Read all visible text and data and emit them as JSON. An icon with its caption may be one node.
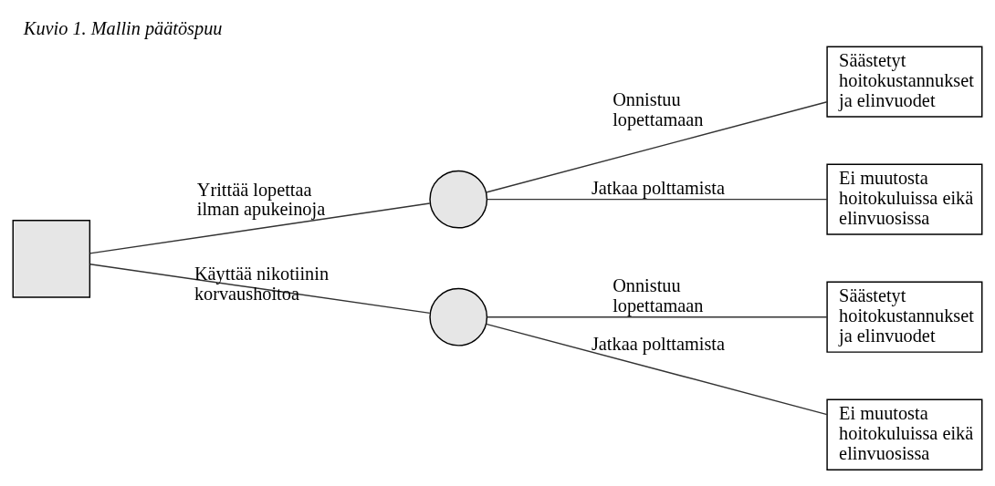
{
  "diagram": {
    "title": "Kuvio 1. Mallin päätöspuu",
    "nodes": [
      {
        "text": [],
        "shape": "box"
      },
      {
        "text": [],
        "shape": "circle"
      },
      {
        "text": [
          "Säästetyt hoitokustannukset ja elinvuodet"
        ]
      },
      {
        "text": [
          "Ei muutosta hoitokuluissa eikä elinvuosissa"
        ]
      },
      {
        "text": [],
        "shape": "circle"
      },
      {
        "text": [
          "Säästetyt hoitokustannukset ja elinvuodet"
        ]
      },
      {
        "text": [
          "Ei muutosta hoitokuluissa eikä elinvuosissa"
        ]
      }
    ],
    "edges": [
      {
        "from": 0,
        "to": 1,
        "arrow": "none",
        "label": "Yrittää lopettaa ilman apukeinoja"
      },
      {
        "from": 1,
        "to": 2,
        "arrow": "none",
        "label": "Onnistuu lopettamaan"
      },
      {
        "from": 1,
        "to": 3,
        "arrow": "none",
        "label": "Jatkaa polttamista"
      },
      {
        "from": 0,
        "to": 4,
        "arrow": "none",
        "label": "Käyttää nikotiinin korvaushoitoa"
      },
      {
        "from": 4,
        "to": 5,
        "arrow": "none",
        "label": "Onnistuu lopettamaan"
      },
      {
        "from": 4,
        "to": 6,
        "arrow": "none",
        "label": "Jatkaa polttamista"
      }
    ]
  }
}
